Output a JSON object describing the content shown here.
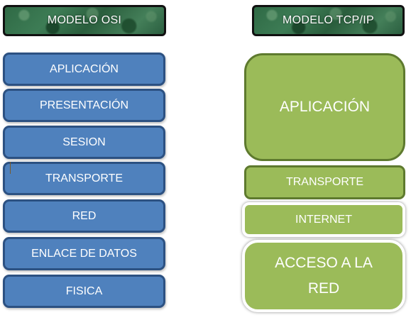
{
  "osi": {
    "header": "MODELO OSI",
    "layers": [
      "APLICACIÓN",
      "PRESENTACIÓN",
      "SESION",
      "TRANSPORTE",
      "RED",
      "ENLACE DE DATOS",
      "FISICA"
    ]
  },
  "tcpip": {
    "header": "MODELO TCP/IP",
    "layers": [
      "APLICACIÓN",
      "TRANSPORTE",
      "INTERNET",
      "ACCESO A LA RED"
    ]
  },
  "colors": {
    "osi_fill": "#4f81bd",
    "osi_border": "#2c5182",
    "tcp_fill": "#9bbb59",
    "tcp_border": "#5e7a2e",
    "header_fill": "#2f6a45"
  }
}
